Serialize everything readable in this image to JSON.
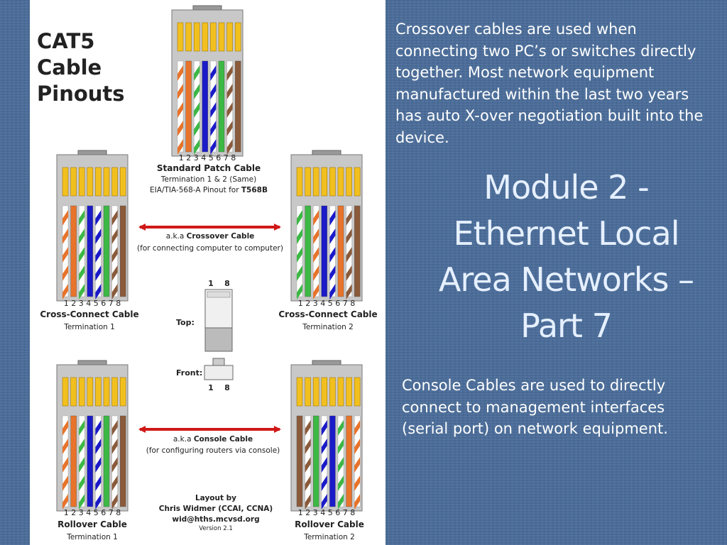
{
  "slide": {
    "top_paragraph": "Crossover cables are used when connecting two PC’s or switches directly together. Most network equipment manufactured within the last two years has auto X-over negotiation built into the device.",
    "heading": "Module 2 - Ethernet Local Area Networks – Part 7",
    "bottom_paragraph": "Console Cables are used to directly connect to management interfaces (serial port) on network equipment."
  },
  "diagram": {
    "title": "CAT5\nCable\nPinouts",
    "pin_numbers": "1 2 3 4 5 6 7 8",
    "standard": {
      "name": "Standard Patch Cable",
      "termination": "Termination 1 & 2 (Same)",
      "pinout_prefix": "EIA/TIA-568-A Pinout for ",
      "pinout_bold": "T568B"
    },
    "crossover": {
      "aka": "a.k.a ",
      "name": "Crossover Cable",
      "note": "(for connecting computer to computer)"
    },
    "cross_connect": {
      "left_name": "Cross-Connect Cable",
      "left_term": "Termination 1",
      "right_name": "Cross-Connect Cable",
      "right_term": "Termination 2"
    },
    "console": {
      "aka": "a.k.a ",
      "name": "Console Cable",
      "note": "(for configuring routers via console)"
    },
    "rollover": {
      "left_name": "Rollover Cable",
      "left_term": "Termination 1",
      "right_name": "Rollover Cable",
      "right_term": "Termination 2"
    },
    "connector": {
      "top_label": "Top:",
      "front_label": "Front:",
      "pin_1": "1",
      "pin_8": "8"
    },
    "credits": {
      "layout_by": "Layout by",
      "author": "Chris Widmer (CCAI, CCNA)",
      "email": "wid@hths.mcvsd.org",
      "version": "Version   2.1"
    },
    "colors": {
      "orange": "#e8732a",
      "green": "#3cb844",
      "blue": "#1a1ac8",
      "brown": "#8a5a3a",
      "gold": "#f2c01e",
      "arrow_red": "#d01818",
      "slide_bg": "#4a6d9a"
    },
    "wiring": {
      "t568b": [
        "ow",
        "o",
        "gw",
        "b",
        "bw",
        "g",
        "brw",
        "br"
      ],
      "t568a": [
        "gw",
        "g",
        "ow",
        "b",
        "bw",
        "o",
        "brw",
        "br"
      ],
      "rollover_left": [
        "ow",
        "o",
        "gw",
        "b",
        "bw",
        "g",
        "brw",
        "br"
      ],
      "rollover_right": [
        "br",
        "brw",
        "g",
        "bw",
        "b",
        "gw",
        "o",
        "ow"
      ]
    }
  }
}
